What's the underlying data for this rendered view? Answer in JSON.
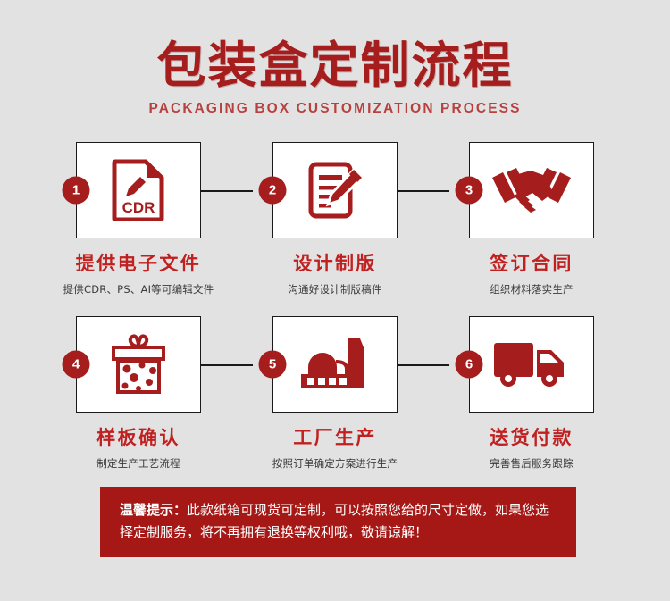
{
  "header": {
    "title_cn": "包装盒定制流程",
    "title_en": "PACKAGING BOX CUSTOMIZATION PROCESS"
  },
  "colors": {
    "background": "#e2e2e2",
    "brand_red": "#a51d1d",
    "title_red": "#c0201f",
    "notice_red": "#a51816",
    "box_border": "#1a1a1a",
    "box_fill": "#ffffff",
    "caption_gray": "#3a3a3a"
  },
  "steps": [
    {
      "number": "1",
      "icon": "cdr-file-icon",
      "icon_label": "CDR",
      "title": "提供电子文件",
      "caption": "提供CDR、PS、AI等可编辑文件",
      "has_connector": true
    },
    {
      "number": "2",
      "icon": "document-pencil-icon",
      "title": "设计制版",
      "caption": "沟通好设计制版稿件",
      "has_connector": true
    },
    {
      "number": "3",
      "icon": "handshake-icon",
      "title": "签订合同",
      "caption": "组织材料落实生产",
      "has_connector": false
    },
    {
      "number": "4",
      "icon": "gift-box-icon",
      "title": "样板确认",
      "caption": "制定生产工艺流程",
      "has_connector": true
    },
    {
      "number": "5",
      "icon": "factory-icon",
      "title": "工厂生产",
      "caption": "按照订单确定方案进行生产",
      "has_connector": true
    },
    {
      "number": "6",
      "icon": "delivery-truck-icon",
      "title": "送货付款",
      "caption": "完善售后服务跟踪",
      "has_connector": false
    }
  ],
  "notice": {
    "lead": "温馨提示：",
    "text": "此款纸箱可现货可定制，可以按照您给的尺寸定做，如果您选择定制服务，将不再拥有退换等权利哦，敬请谅解！"
  }
}
